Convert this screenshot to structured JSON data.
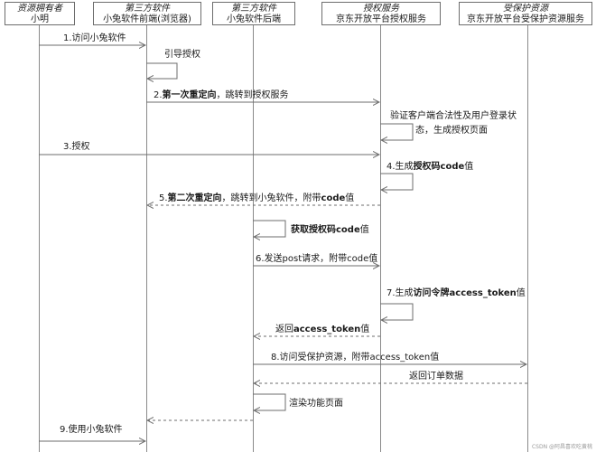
{
  "participants": [
    {
      "role": "资源拥有者",
      "name": "小明"
    },
    {
      "role": "第三方软件",
      "name": "小兔软件前端(浏览器)"
    },
    {
      "role": "第三方软件",
      "name": "小兔软件后端"
    },
    {
      "role": "授权服务",
      "name": "京东开放平台授权服务"
    },
    {
      "role": "受保护资源",
      "name": "京东开放平台受保护资源服务"
    }
  ],
  "messages": [
    {
      "id": "m1",
      "text": "1.访问小兔软件",
      "from": 0,
      "to": 1,
      "style": "solid"
    },
    {
      "id": "m-guide",
      "text": "引导授权",
      "from": 1,
      "to": 1,
      "style": "self"
    },
    {
      "id": "m2",
      "prefix": "2.",
      "bold": "第一次重定向",
      "suffix": "，跳转到授权服务",
      "from": 1,
      "to": 3,
      "style": "solid"
    },
    {
      "id": "m-verify",
      "text": "验证客户端合法性及用户登录状",
      "text2": "态，生成授权页面",
      "from": 3,
      "to": 3,
      "style": "self"
    },
    {
      "id": "m3",
      "text": "3.授权",
      "from": 0,
      "to": 3,
      "style": "solid"
    },
    {
      "id": "m4",
      "prefix": "4.生成",
      "bold": "授权码code",
      "suffix": "值",
      "from": 3,
      "to": 3,
      "style": "self"
    },
    {
      "id": "m5",
      "prefix": "5.",
      "bold": "第二次重定向",
      "suffix": "，跳转到小兔软件，附带",
      "bold2": "code",
      "suffix2": "值",
      "from": 3,
      "to": 1,
      "style": "dashed"
    },
    {
      "id": "m-getcode",
      "bold": "获取授权码code",
      "suffix": "值",
      "from": 2,
      "to": 2,
      "style": "self"
    },
    {
      "id": "m6",
      "text": "6.发送post请求，附带code值",
      "from": 2,
      "to": 3,
      "style": "solid"
    },
    {
      "id": "m7",
      "prefix": "7.生成",
      "bold": "访问令牌access_token",
      "suffix": "值",
      "from": 3,
      "to": 3,
      "style": "self"
    },
    {
      "id": "m-return-token",
      "prefix": "返回",
      "bold": "access_token",
      "suffix": "值",
      "from": 3,
      "to": 2,
      "style": "dashed"
    },
    {
      "id": "m8",
      "text": "8.访问受保护资源，附带access_token值",
      "from": 2,
      "to": 4,
      "style": "solid"
    },
    {
      "id": "m-return-order",
      "text": "返回订单数据",
      "from": 4,
      "to": 2,
      "style": "dashed"
    },
    {
      "id": "m-render",
      "text": "渲染功能页面",
      "from": 2,
      "to": 2,
      "style": "self"
    },
    {
      "id": "m-render-return",
      "text": "",
      "from": 2,
      "to": 1,
      "style": "dashed"
    },
    {
      "id": "m9",
      "text": "9.使用小兔软件",
      "from": 0,
      "to": 1,
      "style": "solid"
    }
  ],
  "watermark": "CSDN @阿昌喜欢吃黄桃"
}
